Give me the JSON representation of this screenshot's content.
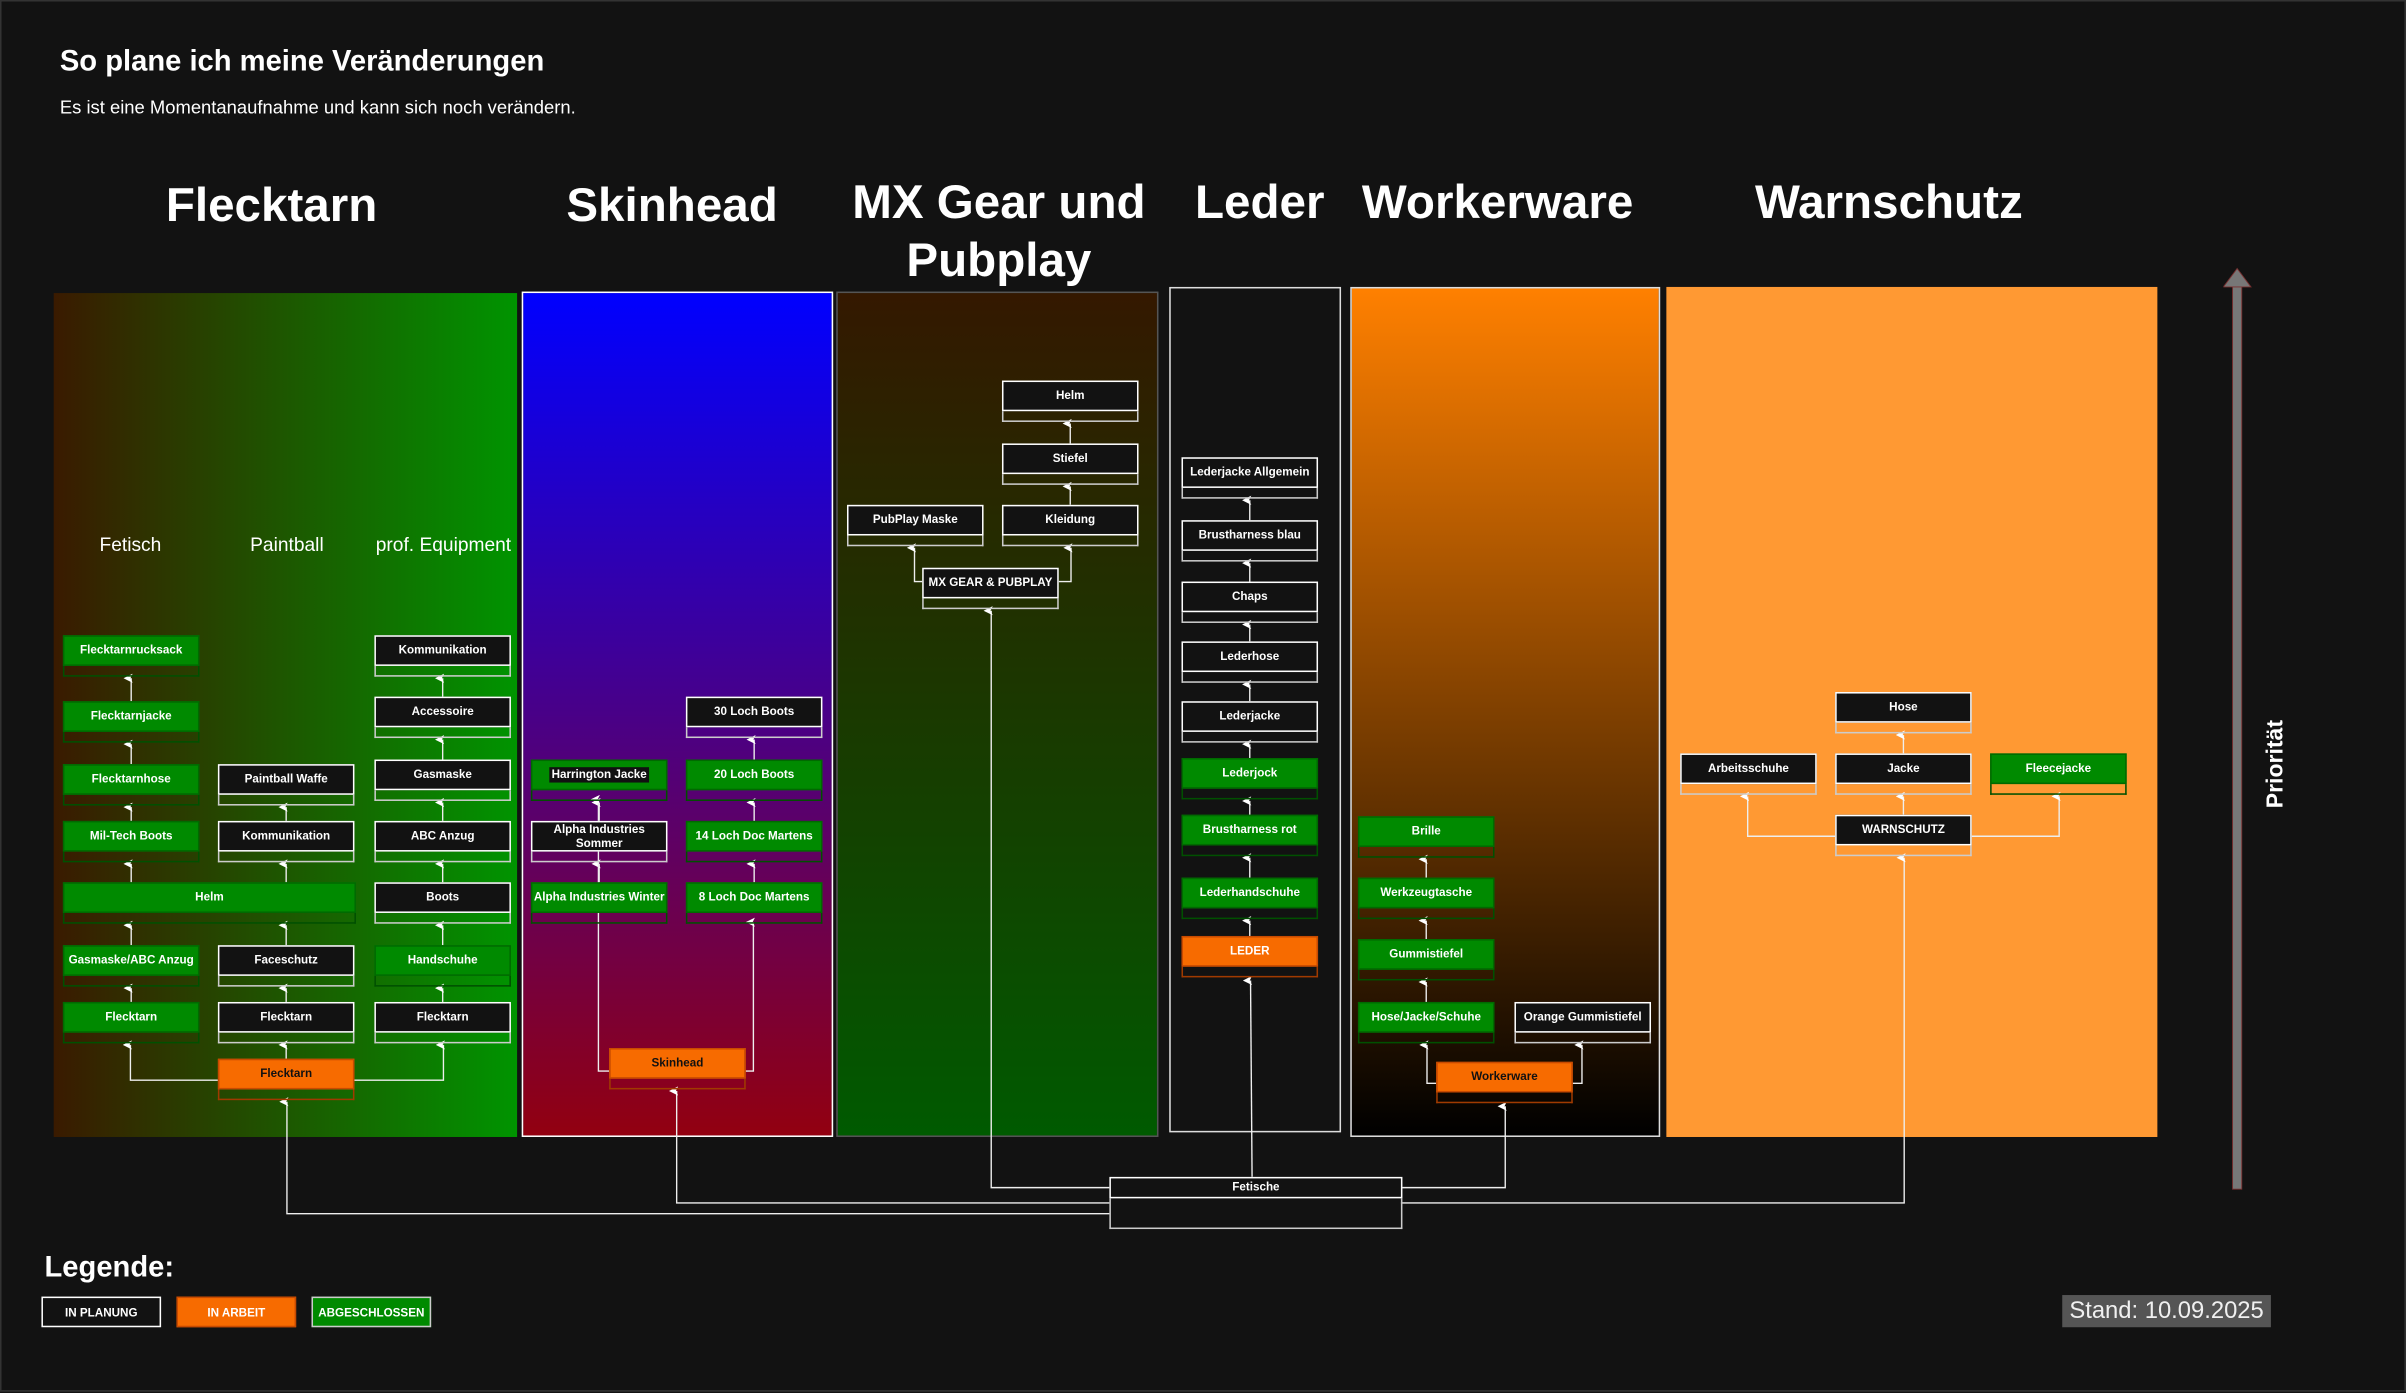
{
  "header": {
    "title": "So plane ich meine Veränderungen",
    "subtitle": "Es ist eine Momentanaufnahme und kann sich noch verändern."
  },
  "panels": [
    {
      "id": "flecktarn",
      "title": "Flecktarn"
    },
    {
      "id": "skinhead",
      "title": "Skinhead"
    },
    {
      "id": "mx",
      "title": "MX Gear und Pubplay"
    },
    {
      "id": "leder",
      "title": "Leder"
    },
    {
      "id": "worker",
      "title": "Workerware"
    },
    {
      "id": "warn",
      "title": "Warnschutz"
    }
  ],
  "flecktarn_columns": [
    "Fetisch",
    "Paintball",
    "prof. Equipment"
  ],
  "colors": {
    "planned": "#121212",
    "in_work": "#f76b00",
    "done": "#008a00",
    "warnschutz_bg": "#ff9933"
  },
  "nodes": [
    {
      "id": "f1",
      "label": "Flecktarnrucksack",
      "status": "done"
    },
    {
      "id": "f2",
      "label": "Flecktarnjacke",
      "status": "done"
    },
    {
      "id": "f3",
      "label": "Flecktarnhose",
      "status": "done"
    },
    {
      "id": "f4",
      "label": "Mil-Tech Boots",
      "status": "done"
    },
    {
      "id": "helm",
      "label": "Helm",
      "status": "done"
    },
    {
      "id": "f5",
      "label": "Gasmaske/ABC Anzug",
      "status": "done"
    },
    {
      "id": "f6",
      "label": "Flecktarn",
      "status": "done"
    },
    {
      "id": "p1",
      "label": "Paintball Waffe",
      "status": "planned"
    },
    {
      "id": "p2",
      "label": "Kommunikation",
      "status": "planned"
    },
    {
      "id": "p3",
      "label": "Faceschutz",
      "status": "planned"
    },
    {
      "id": "p4",
      "label": "Flecktarn",
      "status": "planned"
    },
    {
      "id": "froot",
      "label": "Flecktarn",
      "status": "work"
    },
    {
      "id": "e1",
      "label": "Kommunikation",
      "status": "planned"
    },
    {
      "id": "e2",
      "label": "Accessoire",
      "status": "planned"
    },
    {
      "id": "e3",
      "label": "Gasmaske",
      "status": "planned"
    },
    {
      "id": "e4",
      "label": "ABC Anzug",
      "status": "planned"
    },
    {
      "id": "e5",
      "label": "Boots",
      "status": "planned"
    },
    {
      "id": "e6",
      "label": "Handschuhe",
      "status": "done"
    },
    {
      "id": "e7",
      "label": "Flecktarn",
      "status": "planned"
    },
    {
      "id": "s1",
      "label": "Harrington Jacke",
      "status": "done"
    },
    {
      "id": "s2",
      "label": "Alpha Industries Sommer",
      "status": "planned"
    },
    {
      "id": "s3",
      "label": "Alpha Industries Winter",
      "status": "done"
    },
    {
      "id": "s4",
      "label": "30 Loch Boots",
      "status": "planned"
    },
    {
      "id": "s5",
      "label": "20 Loch Boots",
      "status": "done"
    },
    {
      "id": "s6",
      "label": "14 Loch Doc Martens",
      "status": "done"
    },
    {
      "id": "s7",
      "label": "8 Loch Doc Martens",
      "status": "done"
    },
    {
      "id": "sroot",
      "label": "Skinhead",
      "status": "work"
    },
    {
      "id": "m1",
      "label": "Helm",
      "status": "planned"
    },
    {
      "id": "m2",
      "label": "Stiefel",
      "status": "planned"
    },
    {
      "id": "m3",
      "label": "Kleidung",
      "status": "planned"
    },
    {
      "id": "m4",
      "label": "PubPlay Maske",
      "status": "planned"
    },
    {
      "id": "mroot",
      "label": "MX GEAR & PUBPLAY",
      "status": "planned"
    },
    {
      "id": "l1",
      "label": "Lederjacke Allgemein",
      "status": "planned"
    },
    {
      "id": "l2",
      "label": "Brustharness blau",
      "status": "planned"
    },
    {
      "id": "l3",
      "label": "Chaps",
      "status": "planned"
    },
    {
      "id": "l4",
      "label": "Lederhose",
      "status": "planned"
    },
    {
      "id": "l5",
      "label": "Lederjacke",
      "status": "planned"
    },
    {
      "id": "l6",
      "label": "Lederjock",
      "status": "done"
    },
    {
      "id": "l7",
      "label": "Brustharness rot",
      "status": "done"
    },
    {
      "id": "l8",
      "label": "Lederhandschuhe",
      "status": "done"
    },
    {
      "id": "lroot",
      "label": "LEDER",
      "status": "work"
    },
    {
      "id": "w1",
      "label": "Brille",
      "status": "done"
    },
    {
      "id": "w2",
      "label": "Werkzeugtasche",
      "status": "done"
    },
    {
      "id": "w3",
      "label": "Gummistiefel",
      "status": "done"
    },
    {
      "id": "w4",
      "label": "Hose/Jacke/Schuhe",
      "status": "done"
    },
    {
      "id": "w5",
      "label": "Orange Gummistiefel",
      "status": "planned"
    },
    {
      "id": "wroot",
      "label": "Workerware",
      "status": "work"
    },
    {
      "id": "a1",
      "label": "Hose",
      "status": "planned"
    },
    {
      "id": "a2",
      "label": "Arbeitsschuhe",
      "status": "planned"
    },
    {
      "id": "a3",
      "label": "Jacke",
      "status": "planned"
    },
    {
      "id": "a4",
      "label": "Fleecejacke",
      "status": "done"
    },
    {
      "id": "aroot",
      "label": "WARNSCHUTZ",
      "status": "planned"
    },
    {
      "id": "fetische",
      "label": "Fetische",
      "status": "planned"
    }
  ],
  "priority_label": "Priorität",
  "legend": {
    "title": "Legende:",
    "items": [
      {
        "label": "IN PLANUNG",
        "status": "planned"
      },
      {
        "label": "IN ARBEIT",
        "status": "work"
      },
      {
        "label": "ABGESCHLOSSEN",
        "status": "done"
      }
    ]
  },
  "stand": "Stand: 10.09.2025"
}
